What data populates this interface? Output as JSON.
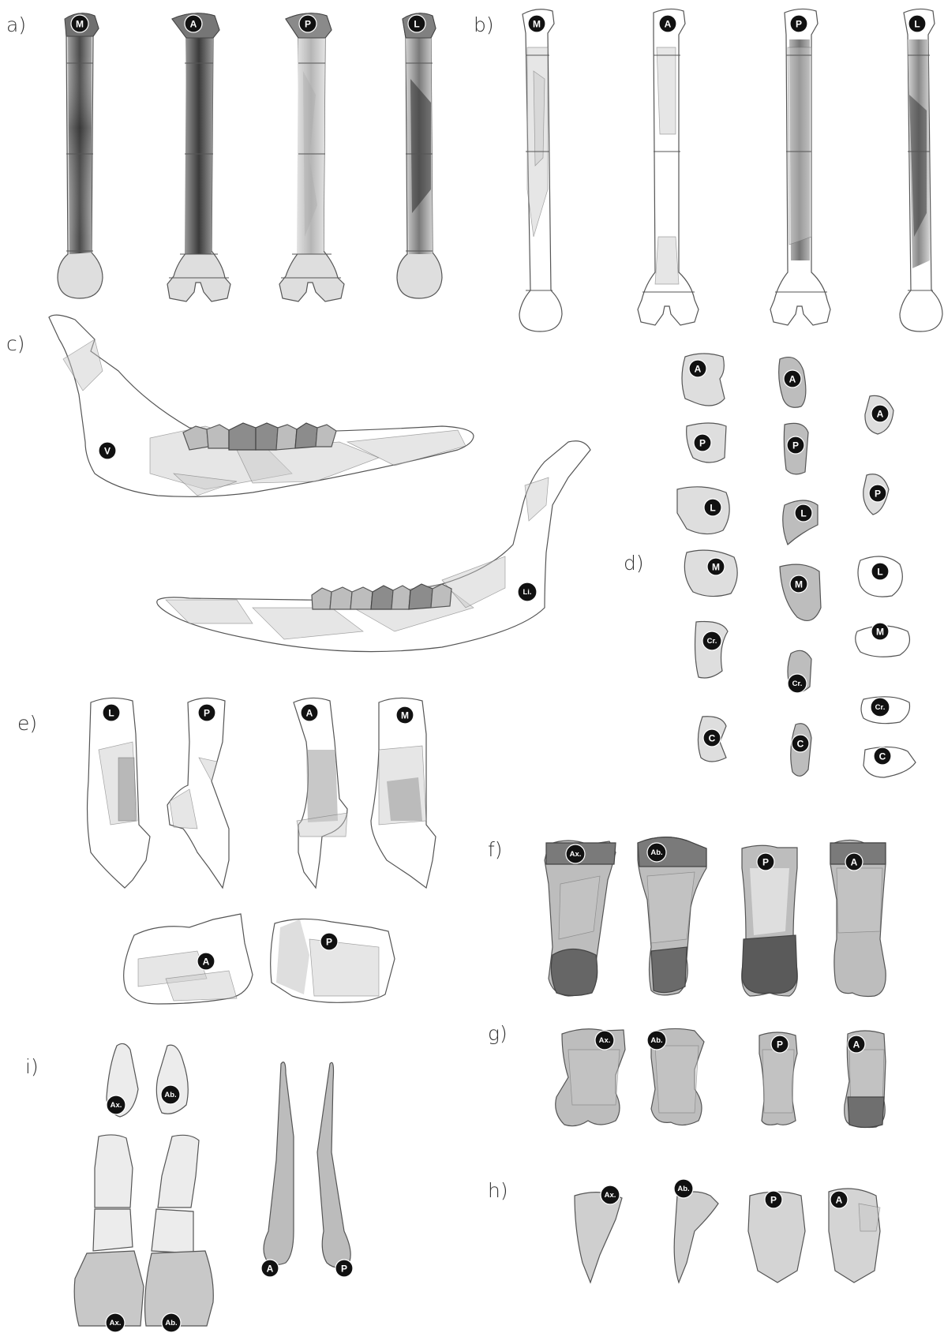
{
  "panels": {
    "a": "a)",
    "b": "b)",
    "c": "c)",
    "d": "d)",
    "e": "e)",
    "f": "f)",
    "g": "g)",
    "h": "h)",
    "i": "i)"
  },
  "badges": {
    "a": [
      "M",
      "A",
      "P",
      "L"
    ],
    "b": [
      "M",
      "A",
      "P",
      "L"
    ],
    "c": [
      "V",
      "Li."
    ],
    "d": [
      "A",
      "P",
      "L",
      "M",
      "Cr.",
      "C",
      "A",
      "P",
      "L",
      "M",
      "Cr.",
      "C",
      "A",
      "P",
      "L",
      "M",
      "Cr.",
      "C"
    ],
    "e": [
      "L",
      "P",
      "A",
      "M",
      "A",
      "P"
    ],
    "f": [
      "Ax.",
      "Ab.",
      "P",
      "A"
    ],
    "g": [
      "Ax.",
      "Ab.",
      "P",
      "A"
    ],
    "h": [
      "Ax.",
      "Ab.",
      "P",
      "A"
    ],
    "i": [
      "Ax.",
      "Ab.",
      "A",
      "P",
      "Ax.",
      "Ab."
    ]
  },
  "colors": {
    "badge": "#111111",
    "outline": "#555555",
    "shade_light": "#dedede",
    "shade_mid": "#bdbdbd",
    "shade_dark": "#8c8c8c"
  }
}
